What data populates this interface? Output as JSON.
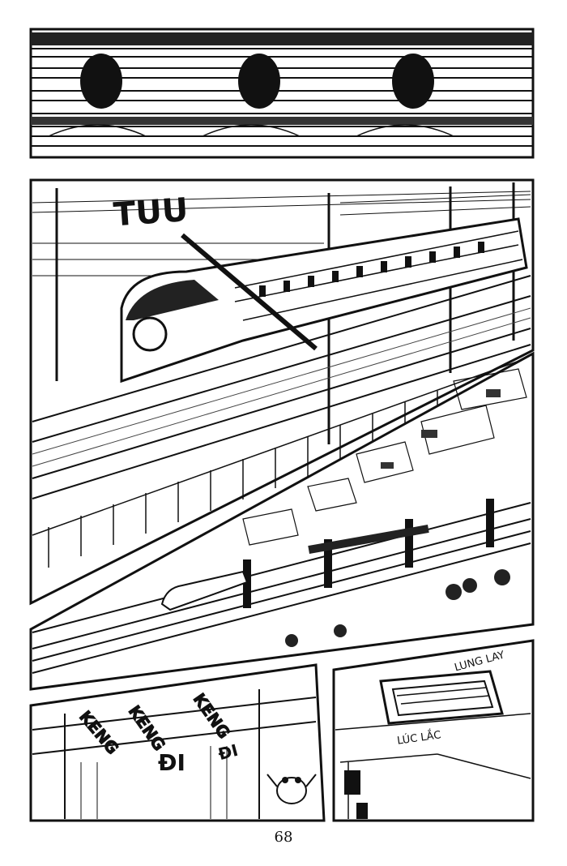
{
  "page": {
    "page_number": "68"
  },
  "sfx": {
    "train_horn": "TUU",
    "sway_1": "LUNG LAY",
    "sway_2": "LÚC LẮC",
    "clang_1": "KENG",
    "clang_2": "KENG",
    "clang_3": "KENG",
    "bell_1": "ĐI",
    "bell_2": "ĐI"
  }
}
